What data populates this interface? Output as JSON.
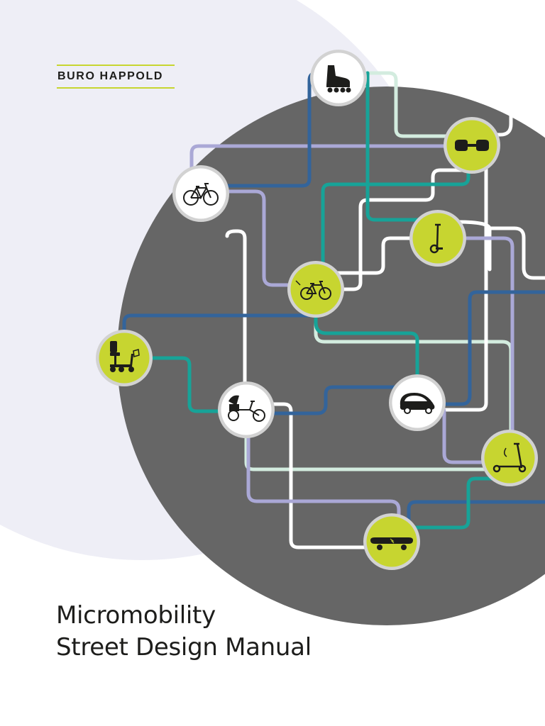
{
  "brand": {
    "name": "BURO HAPPOLD",
    "accent": "#c7d530"
  },
  "title": {
    "line1": "Micromobility",
    "line2": "Street Design Manual"
  },
  "colors": {
    "background": "#ffffff",
    "pale_circle": "#eeeef6",
    "dark_circle": "#666666",
    "route_navy": "#33649b",
    "route_lavender": "#aaa8d6",
    "route_teal": "#17a398",
    "route_mint": "#d3ecdf",
    "route_white": "#ffffff",
    "node_lime": "#c7d530",
    "node_white": "#ffffff",
    "node_ring": "#d2d2d2"
  },
  "modes": [
    {
      "name": "roller-skate-icon"
    },
    {
      "name": "hoverboard-icon"
    },
    {
      "name": "bicycle-icon"
    },
    {
      "name": "segway-icon"
    },
    {
      "name": "e-bike-icon"
    },
    {
      "name": "mobility-scooter-icon"
    },
    {
      "name": "pedicab-icon"
    },
    {
      "name": "velomobile-icon"
    },
    {
      "name": "e-scooter-icon"
    },
    {
      "name": "electric-skateboard-icon"
    }
  ]
}
